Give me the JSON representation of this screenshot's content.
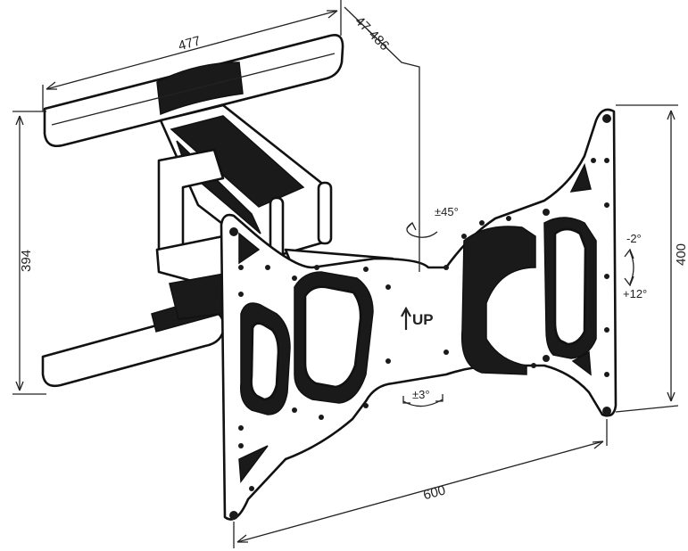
{
  "dimensions": {
    "top_width": "477",
    "depth_range": "47-486",
    "wall_height": "394",
    "plate_height": "400",
    "plate_width": "600"
  },
  "annotations": {
    "swivel": "±45°",
    "up_label": "UP",
    "tilt_up": "-2°",
    "tilt_down": "+12°",
    "rotation": "±3°"
  },
  "icons": [
    "up-arrow-icon",
    "swivel-arrow-icon",
    "tilt-arrow-icon",
    "rotation-arrow-icon"
  ]
}
